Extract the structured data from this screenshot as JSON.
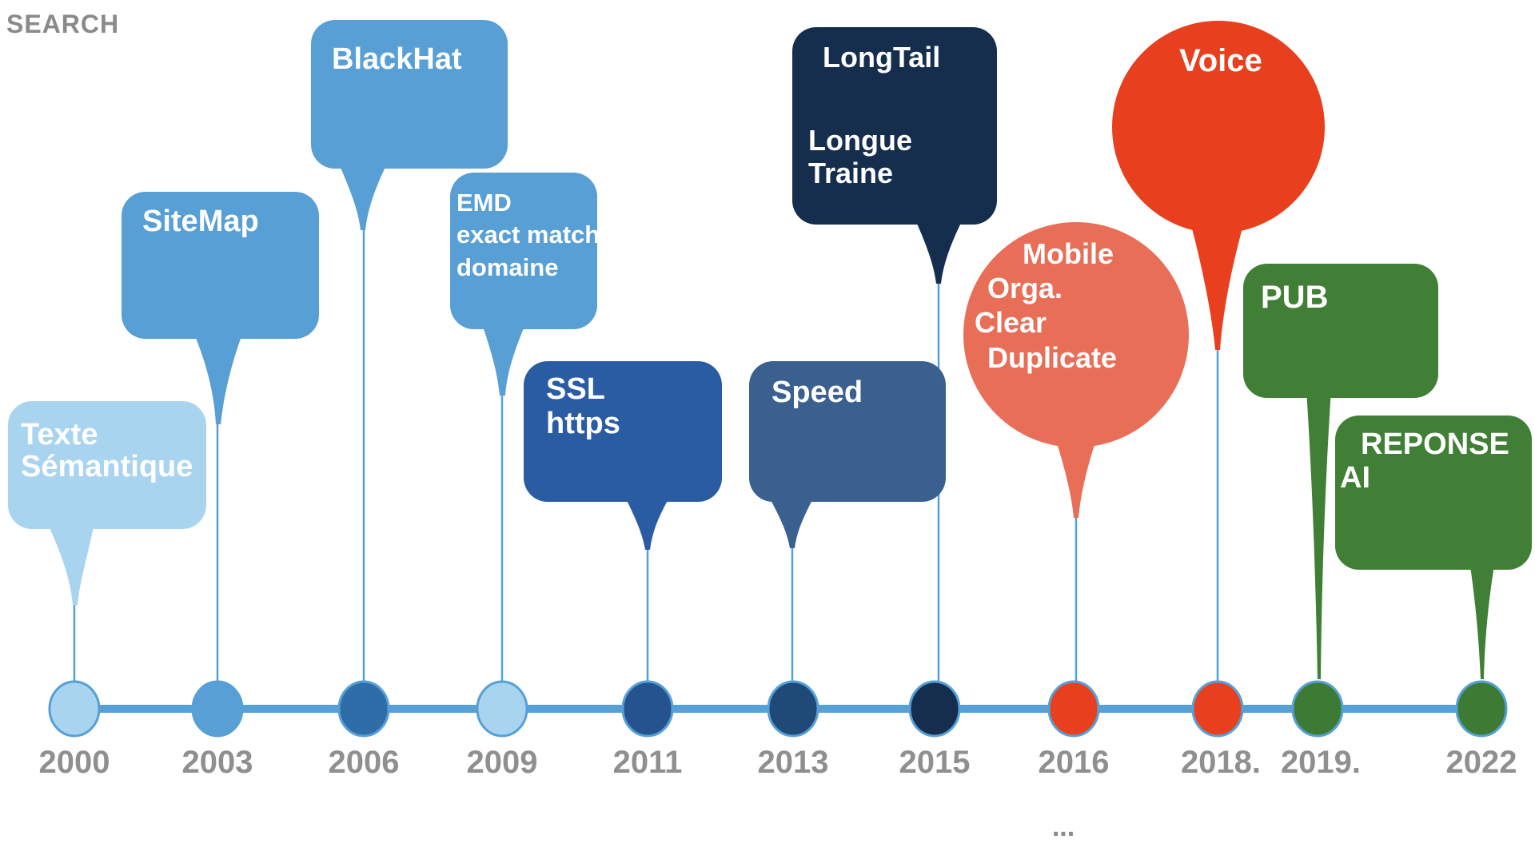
{
  "header": {
    "title": "SEARCH"
  },
  "palette": {
    "light_blue": "#A9D4F0",
    "medium_blue": "#579FD5",
    "steel_blue": "#2E6DA8",
    "royal_blue": "#2A5CA4",
    "slate_blue": "#3A608F",
    "navy": "#1F4977",
    "dark_navy": "#152E4D",
    "salmon": "#E96E57",
    "red": "#E8401F",
    "green": "#417F36",
    "green_dot": "#3D7A33",
    "timeline_blue": "#55A0D7",
    "label_gray": "#8F8F8F"
  },
  "timeline": {
    "years": [
      "2000",
      "2003",
      "2006",
      "2009",
      "2011",
      "2013",
      "2015",
      "2016",
      "2018.",
      "2019.",
      "2022"
    ]
  },
  "bubbles": [
    {
      "id": "texte",
      "year": "2000",
      "lines": [
        "Texte",
        "Sémantique"
      ]
    },
    {
      "id": "sitemap",
      "year": "2003",
      "lines": [
        "SiteMap"
      ]
    },
    {
      "id": "blackhat",
      "year": "2006",
      "lines": [
        "BlackHat"
      ]
    },
    {
      "id": "emd",
      "year": "2009",
      "lines": [
        "EMD",
        "exact match",
        "domaine"
      ]
    },
    {
      "id": "ssl",
      "year": "2011",
      "lines": [
        "SSL",
        "https"
      ]
    },
    {
      "id": "speed",
      "year": "2013",
      "lines": [
        "Speed"
      ]
    },
    {
      "id": "longtail",
      "year": "2015",
      "lines": [
        "LongTail",
        "Longue",
        "Traine"
      ]
    },
    {
      "id": "mobile",
      "year": "2016",
      "lines": [
        "Mobile",
        "Orga.",
        "Clear",
        "Duplicate"
      ]
    },
    {
      "id": "voice",
      "year": "2018.",
      "lines": [
        "Voice"
      ]
    },
    {
      "id": "pub",
      "year": "2019.",
      "lines": [
        "PUB"
      ]
    },
    {
      "id": "reponse",
      "year": "2022",
      "lines": [
        "REPONSE",
        "AI"
      ]
    }
  ],
  "footer": {
    "ellipsis": "..."
  }
}
